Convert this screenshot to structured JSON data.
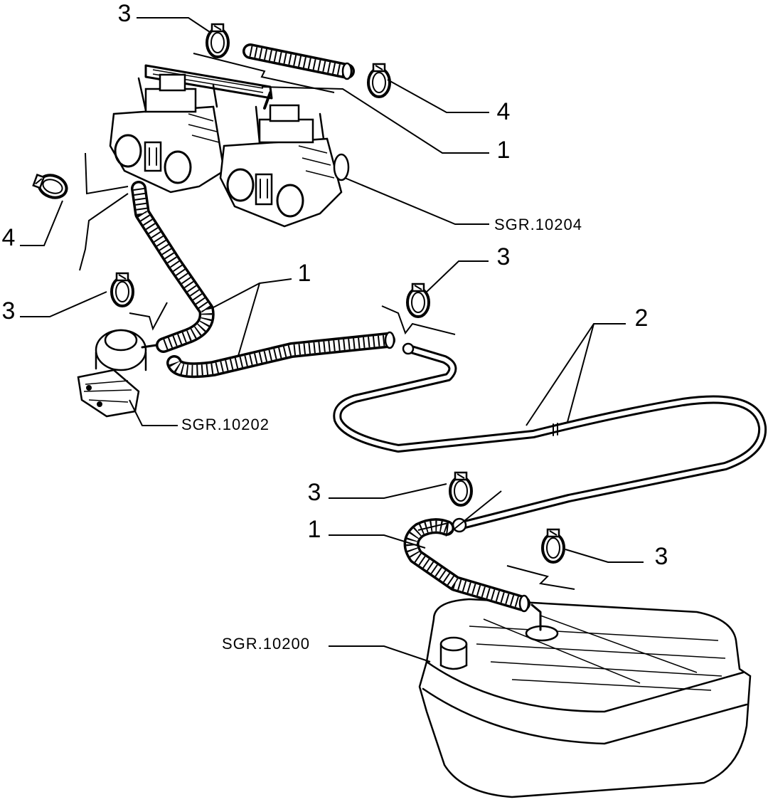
{
  "callouts": {
    "c3_top": "3",
    "c4_right": "4",
    "c1_top_right": "1",
    "sgr_carb": "SGR.10204",
    "c4_left": "4",
    "c1_middle": "1",
    "c3_mid_right": "3",
    "c3_left": "3",
    "c2": "2",
    "sgr_pump": "SGR.10202",
    "c3_lower_mid": "3",
    "c1_lower": "1",
    "c3_lower_right": "3",
    "sgr_tank": "SGR.10200"
  }
}
